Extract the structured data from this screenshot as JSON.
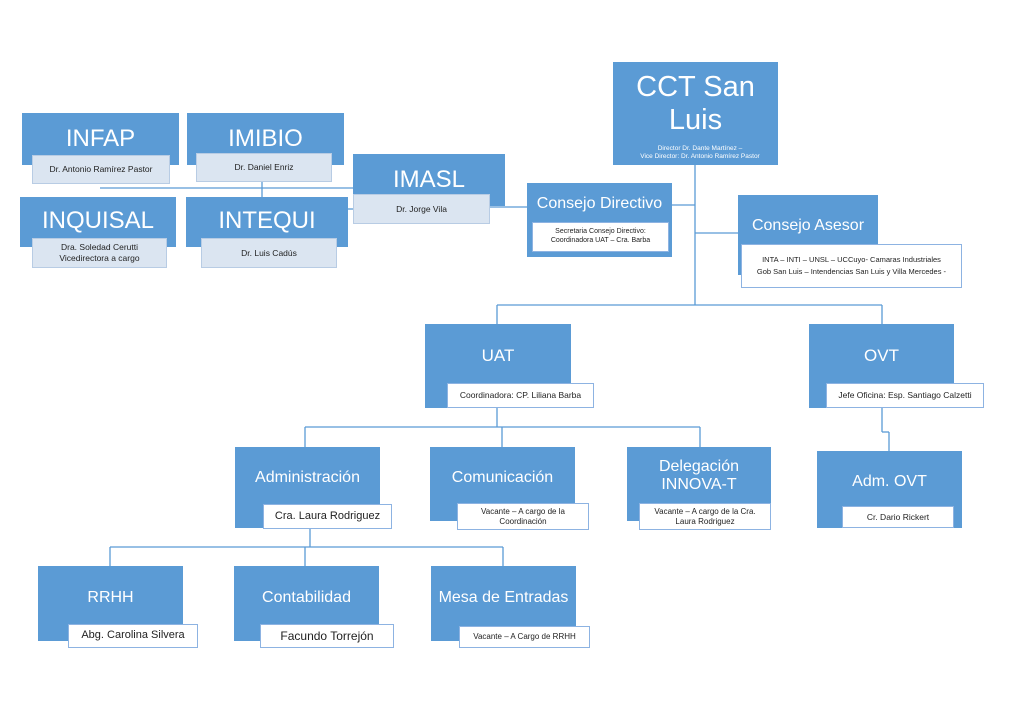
{
  "chart_data": {
    "type": "diagram",
    "nodes": {
      "cct": {
        "title": "CCT San Luis",
        "lines": [
          "Director Dr. Dante Martínez –",
          "Vice Director: Dr. Antonio Ramírez Pastor"
        ]
      },
      "consejo_directivo": {
        "title": "Consejo Directivo",
        "lines": [
          "Secretaria Consejo Directivo:",
          "Coordinadora UAT – Cra. Barba"
        ]
      },
      "consejo_asesor": {
        "title": "Consejo Asesor",
        "lines": [
          "INTA – INTI – UNSL – UCCuyo- Camaras Industriales",
          "Gob San Luis – Intendencias San Luis y Villa Mercedes -"
        ]
      },
      "infap": {
        "title": "INFAP",
        "lines": [
          "Dr. Antonio Ramírez Pastor"
        ]
      },
      "imibio": {
        "title": "IMIBIO",
        "lines": [
          "Dr. Daniel Enriz"
        ]
      },
      "imasl": {
        "title": "IMASL",
        "lines": [
          "Dr. Jorge Vila"
        ]
      },
      "inquisal": {
        "title": "INQUISAL",
        "lines": [
          "Dra. Soledad Cerutti",
          "Vicedirectora a cargo"
        ]
      },
      "intequi": {
        "title": "INTEQUI",
        "lines": [
          "Dr. Luis Cadús"
        ]
      },
      "uat": {
        "title": "UAT",
        "lines": [
          "Coordinadora: CP. Liliana Barba"
        ]
      },
      "ovt": {
        "title": "OVT",
        "lines": [
          "Jefe Oficina: Esp. Santiago Calzetti"
        ]
      },
      "administracion": {
        "title": "Administración",
        "lines": [
          "Cra. Laura Rodriguez"
        ]
      },
      "comunicacion": {
        "title": "Comunicación",
        "lines": [
          "Vacante – A cargo de la",
          "Coordinación"
        ]
      },
      "delegacion": {
        "title_lines": [
          "Delegación",
          "INNOVA-T"
        ],
        "lines": [
          "Vacante – A cargo de la Cra.",
          "Laura Rodriguez"
        ]
      },
      "adm_ovt": {
        "title": "Adm. OVT",
        "lines": [
          "Cr. Dario Rickert"
        ]
      },
      "rrhh": {
        "title": "RRHH",
        "lines": [
          "Abg. Carolina Silvera"
        ]
      },
      "contabilidad": {
        "title": "Contabilidad",
        "lines": [
          "Facundo Torrejón"
        ]
      },
      "mesa": {
        "title": "Mesa de Entradas",
        "lines": [
          "Vacante – A Cargo de RRHH"
        ]
      }
    }
  },
  "colors": {
    "box": "#5b9bd5",
    "line": "#5b9bd5",
    "label_border": "#8db3e2",
    "label_light": "#dbe5f1"
  }
}
